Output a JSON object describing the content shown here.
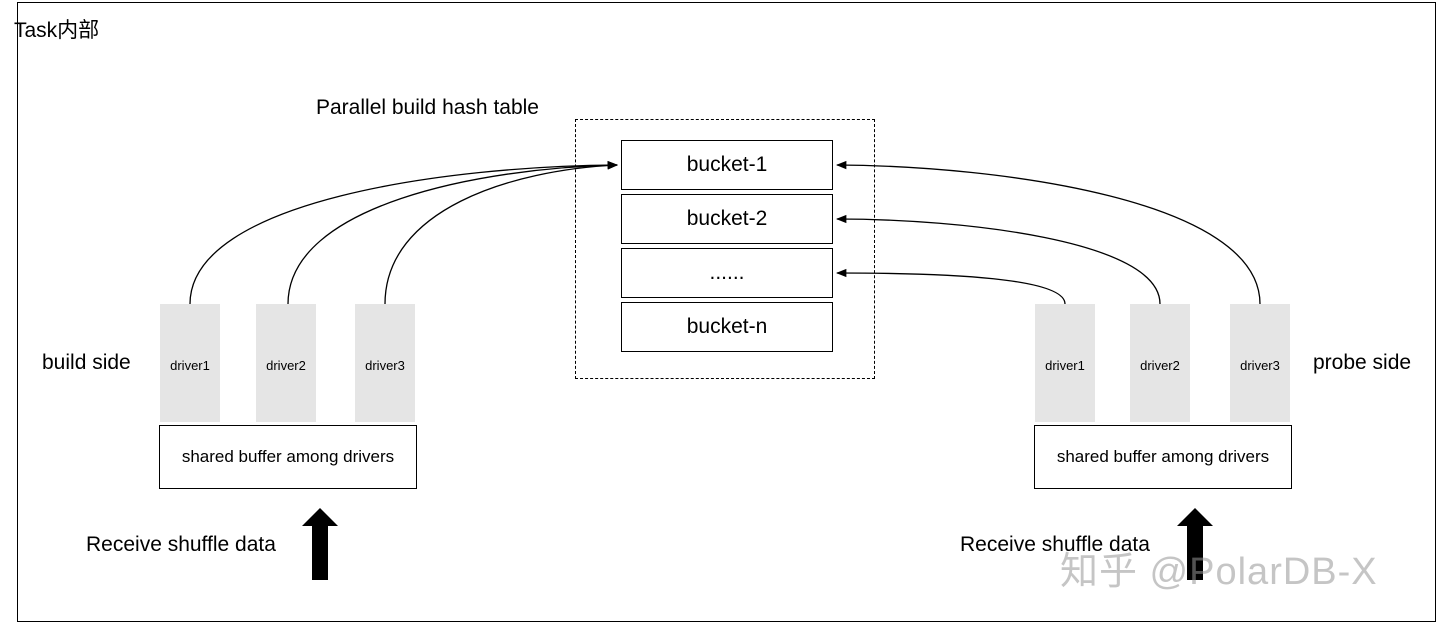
{
  "task_label": "Task内部",
  "hash_table": {
    "title": "Parallel build hash table",
    "buckets": [
      "bucket-1",
      "bucket-2",
      "......",
      "bucket-n"
    ]
  },
  "build_side": {
    "label": "build side",
    "drivers": [
      "driver1",
      "driver2",
      "driver3"
    ],
    "shared_buffer": "shared buffer among drivers",
    "receive": "Receive shuffle data"
  },
  "probe_side": {
    "label": "probe side",
    "drivers": [
      "driver1",
      "driver2",
      "driver3"
    ],
    "shared_buffer": "shared buffer among drivers",
    "receive": "Receive shuffle data"
  },
  "watermark": "知乎 @PolarDB-X"
}
